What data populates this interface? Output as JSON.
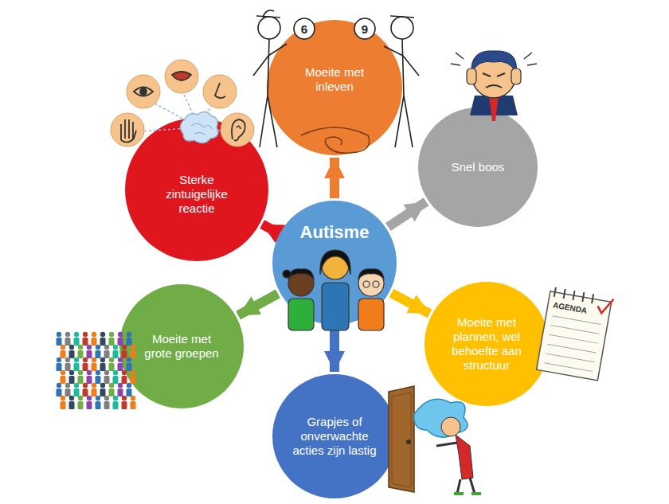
{
  "diagram": {
    "nodes": [
      {
        "text": [
          "Moeite met inleven"
        ]
      },
      {
        "text": [
          "Sterke zintuigelijke reactie"
        ]
      },
      {
        "text": [
          "Snel boos"
        ]
      },
      {
        "text": [
          "Autisme"
        ]
      },
      {
        "text": [
          "Moeite met grote groepen"
        ]
      },
      {
        "text": [
          "Moeite met plannen, wel behoefte aan structuur"
        ]
      },
      {
        "text": [
          "Grapjes of onverwachte acties zijn lastig"
        ]
      }
    ],
    "edges": [
      {
        "from": 3,
        "to": 0,
        "arrow": "to"
      },
      {
        "from": 3,
        "to": 1,
        "arrow": "to"
      },
      {
        "from": 3,
        "to": 2,
        "arrow": "to"
      },
      {
        "from": 3,
        "to": 4,
        "arrow": "to"
      },
      {
        "from": 3,
        "to": 5,
        "arrow": "to"
      },
      {
        "from": 3,
        "to": 6,
        "arrow": "to"
      }
    ],
    "labels": [
      "6",
      "9",
      "AGENDA"
    ]
  }
}
